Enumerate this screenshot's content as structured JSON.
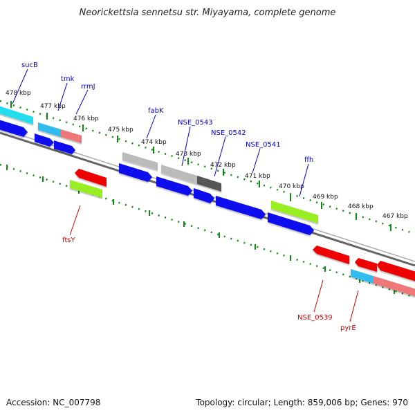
{
  "title": "Neorickettsia sennetsu str. Miyayama, complete genome",
  "footer": {
    "accession": "Accession: NC_007798",
    "summary": "Topology: circular; Length: 859,006 bp; Genes: 970"
  },
  "scale_ticks": [
    "478 kbp",
    "477 kbp",
    "476 kbp",
    "475 kbp",
    "474 kbp",
    "473 kbp",
    "472 kbp",
    "471 kbp",
    "470 kbp",
    "469 kbp",
    "468 kbp",
    "467 kbp"
  ],
  "gene_labels": {
    "forward": [
      "sucB",
      "tmk",
      "rrmJ",
      "fabK",
      "NSE_0543",
      "NSE_0542",
      "NSE_0541",
      "ffh"
    ],
    "reverse": [
      "ftsY",
      "NSE_0539",
      "pyrE"
    ]
  },
  "colors": {
    "backbone": "#777777",
    "cds_forward": "#0a0aee",
    "cds_reverse": "#ee0000",
    "cyan": "#22ddee",
    "lightblue": "#33bbee",
    "pink": "#ee7777",
    "lightgray": "#bbbbbb",
    "darkgray": "#555555",
    "green": "#99ee22",
    "dots": "#118811",
    "label_fwd": "#0000cc",
    "label_rev": "#cc0000"
  }
}
